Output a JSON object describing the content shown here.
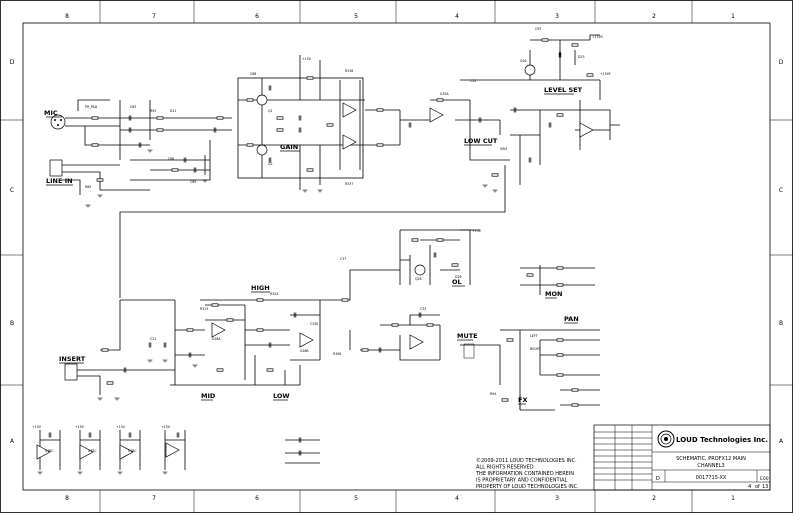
{
  "sheet": {
    "zones_top": [
      "8",
      "7",
      "6",
      "5",
      "4",
      "3",
      "2",
      "1"
    ],
    "zones_side": [
      "D",
      "C",
      "B",
      "A"
    ]
  },
  "labels": {
    "mic": "MIC",
    "line_in": "LINE IN",
    "gain": "GAIN",
    "low_cut": "LOW CUT",
    "level_set": "LEVEL SET",
    "high": "HIGH",
    "mid": "MID",
    "low": "LOW",
    "insert": "INSERT",
    "ol": "OL",
    "mon": "MON",
    "pan": "PAN",
    "mute": "MUTE",
    "fx": "FX"
  },
  "copyright": [
    "©2009-2011 LOUD TECHNOLOGIES INC.",
    "ALL RIGHTS RESERVED",
    "THE INFORMATION CONTAINED HEREIN",
    "IS PROPRIETARY AND CONFIDENTIAL",
    "PROPERTY OF LOUD TECHNOLOGIES INC."
  ],
  "title_block": {
    "company": "LOUD Technologies Inc.",
    "title_line1": "SCHEMATIC, PROFX12 MAIN",
    "title_line2": "CHANNEL3",
    "size": "D",
    "doc_no": "0017715-XX",
    "rev": "E00",
    "sheet": "4",
    "of": "13"
  },
  "colors": {
    "ink": "#000000",
    "paper": "#ffffff"
  }
}
